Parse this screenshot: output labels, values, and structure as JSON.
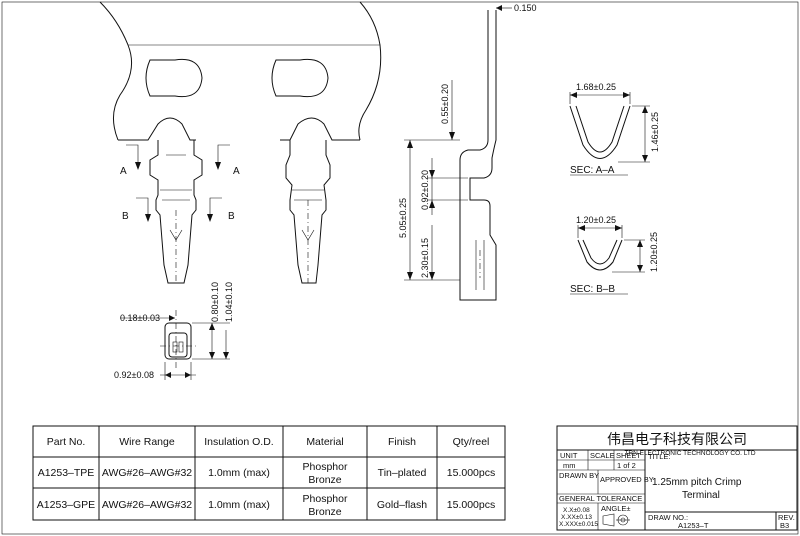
{
  "dims": {
    "thickness": "0.150",
    "height_055": "0.55±0.20",
    "height_505": "5.05±0.25",
    "height_092": "0.92±0.20",
    "height_230": "2.30±0.15",
    "sec_a_width": "1.68±0.25",
    "sec_a_height": "1.46±0.25",
    "sec_b_width": "1.20±0.25",
    "sec_b_height": "1.20±0.25",
    "front_018": "0.18±0.03",
    "front_080": "0.80±0.10",
    "front_104": "1.04±0.10",
    "front_092": "0.92±0.08"
  },
  "labels": {
    "a": "A",
    "b": "B",
    "sec_a": "SEC: A–A",
    "sec_b": "SEC: B–B"
  },
  "table": {
    "headers": [
      "Part No.",
      "Wire Range",
      "Insulation O.D.",
      "Material",
      "Finish",
      "Qty/reel"
    ],
    "rows": [
      {
        "part": "A1253–TPE",
        "wire": "AWG#26–AWG#32",
        "insulation": "1.0mm (max)",
        "material1": "Phosphor",
        "material2": "Bronze",
        "finish": "Tin–plated",
        "qty": "15.000pcs"
      },
      {
        "part": "A1253–GPE",
        "wire": "AWG#26–AWG#32",
        "insulation": "1.0mm (max)",
        "material1": "Phosphor",
        "material2": "Bronze",
        "finish": "Gold–flash",
        "qty": "15.000pcs"
      }
    ]
  },
  "title_block": {
    "company_cn": "伟昌电子科技有限公司",
    "company_en": "TRN ELECTRONIC TECHNOLOGY CO. LTD",
    "unit": "UNIT",
    "unit_val": "mm",
    "scale": "SCALE",
    "sheet": "SHEET",
    "sheet_val": "1 of 2",
    "title_label": "TITLE:",
    "title_line1": "1.25mm pitch Crimp",
    "title_line2": "Terminal",
    "drawn_by": "DRAWN BY",
    "approved_by": "APPROVED BY",
    "general_tol": "GENERAL TOLERANCE",
    "tol1": "X.X±0.08",
    "tol2": "X.XX±0.13",
    "tol3": "X.XXX±0.015",
    "angle": "ANGLE±",
    "draw_no_label": "DRAW NO.:",
    "draw_no": "A1253–T",
    "rev_label": "REV.",
    "rev": "B3"
  }
}
